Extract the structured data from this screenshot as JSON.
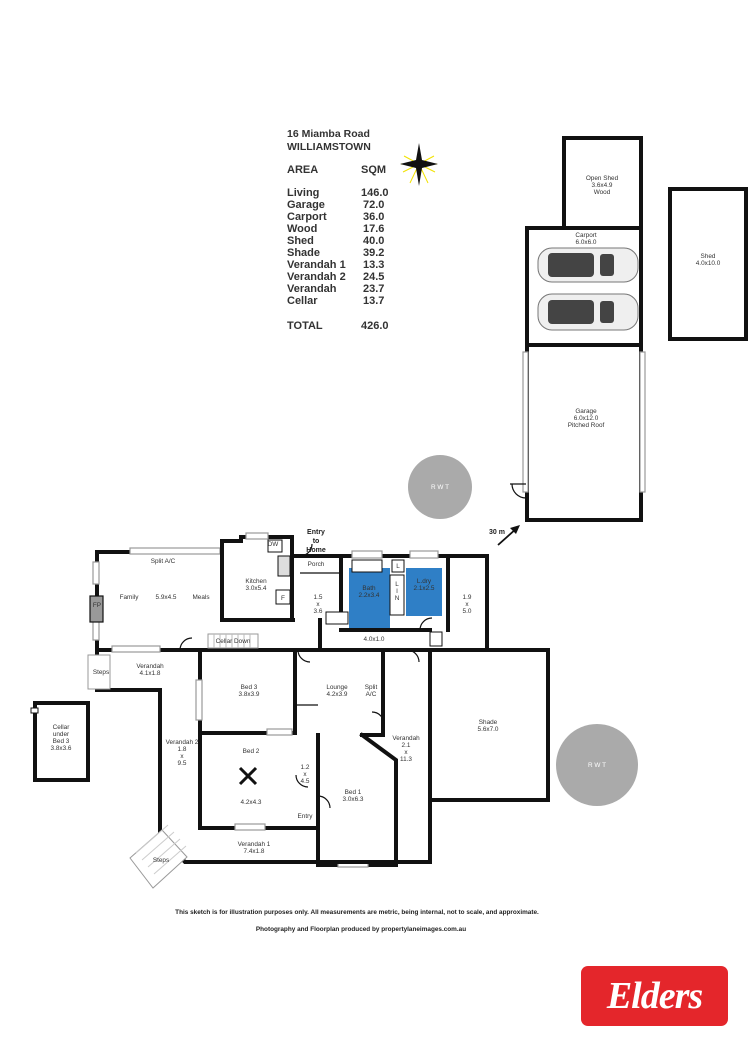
{
  "header": {
    "address_line1": "16 Miamba Road",
    "address_line2": "WILLIAMSTOWN"
  },
  "area_table": {
    "col_area": "AREA",
    "col_sqm": "SQM",
    "rows": [
      {
        "name": "Living",
        "sqm": "146.0"
      },
      {
        "name": "Garage",
        "sqm": "72.0"
      },
      {
        "name": "Carport",
        "sqm": "36.0"
      },
      {
        "name": "Wood",
        "sqm": "17.6"
      },
      {
        "name": "Shed",
        "sqm": "40.0"
      },
      {
        "name": "Shade",
        "sqm": "39.2"
      },
      {
        "name": "Verandah 1",
        "sqm": "13.3"
      },
      {
        "name": "Verandah 2",
        "sqm": "24.5"
      },
      {
        "name": "Verandah",
        "sqm": "23.7"
      },
      {
        "name": "Cellar",
        "sqm": "13.7"
      }
    ],
    "total_label": "TOTAL",
    "total_sqm": "426.0"
  },
  "outbuildings": {
    "open_shed": {
      "name": "Open Shed",
      "dims": "3.6x4.9",
      "note": "Wood"
    },
    "carport": {
      "name": "Carport",
      "dims": "6.0x6.0"
    },
    "shed": {
      "name": "Shed",
      "dims": "4.0x10.0"
    },
    "garage": {
      "name": "Garage",
      "dims": "6.0x12.0",
      "note": "Pitched Roof"
    },
    "rwt_1": "R W T",
    "rwt_2": "R W T",
    "distance": "30 m"
  },
  "rooms": {
    "entry_to_home": [
      "Entry",
      "to",
      "Home"
    ],
    "dw": "DW",
    "split_ac_1": "Split A/C",
    "family": "Family",
    "family_dims": "5.9x4.5",
    "meals": "Meals",
    "fp": "FP",
    "kitchen": "Kitchen",
    "kitchen_dims": "3.0x5.4",
    "f": "F",
    "porch": "Porch",
    "hall_1": [
      "1.5",
      "x",
      "3.6"
    ],
    "bath": "Bath",
    "bath_dims": "2.2x3.4",
    "lin": [
      "L",
      "I",
      "N"
    ],
    "l_mark": "L",
    "laundry": "L.dry",
    "laundry_dims": "2.1x2.5",
    "hall_2": [
      "1.9",
      "x",
      "5.0"
    ],
    "hall_3": "4.0x1.0",
    "cellar_down": "Cellar Down",
    "steps_1": "Steps",
    "verandah_top": "Verandah",
    "verandah_top_dims": "4.1x1.8",
    "bed3": "Bed 3",
    "bed3_dims": "3.8x3.9",
    "lounge": "Lounge",
    "lounge_dims": "4.2x3.9",
    "split_ac_2": [
      "Split",
      "A/C"
    ],
    "verandah_right": [
      "Verandah",
      "2.1",
      "x",
      "11.3"
    ],
    "shade": "Shade",
    "shade_dims": "5.6x7.0",
    "cellar": [
      "Cellar",
      "under",
      "Bed 3",
      "3.8x3.6"
    ],
    "verandah2": [
      "Verandah 2",
      "1.8",
      "x",
      "9.5"
    ],
    "bed2": "Bed 2",
    "bed2_dims": "4.2x4.3",
    "hall_4": [
      "1.2",
      "x",
      "4.5"
    ],
    "bed1": "Bed 1",
    "bed1_dims": "3.0x6.3",
    "entry": "Entry",
    "steps_2": "Steps",
    "verandah1": "Verandah 1",
    "verandah1_dims": "7.4x1.8"
  },
  "footer": {
    "disclaimer": "This sketch is for illustration purposes only.  All measurements are metric, being internal, not to scale, and approximate.",
    "credit": "Photography and Floorplan produced by propertylaneimages.com.au"
  },
  "brand": {
    "logo_text": "Elders",
    "logo_color": "#e4262b",
    "room_highlight_color": "#2f7fc6"
  }
}
